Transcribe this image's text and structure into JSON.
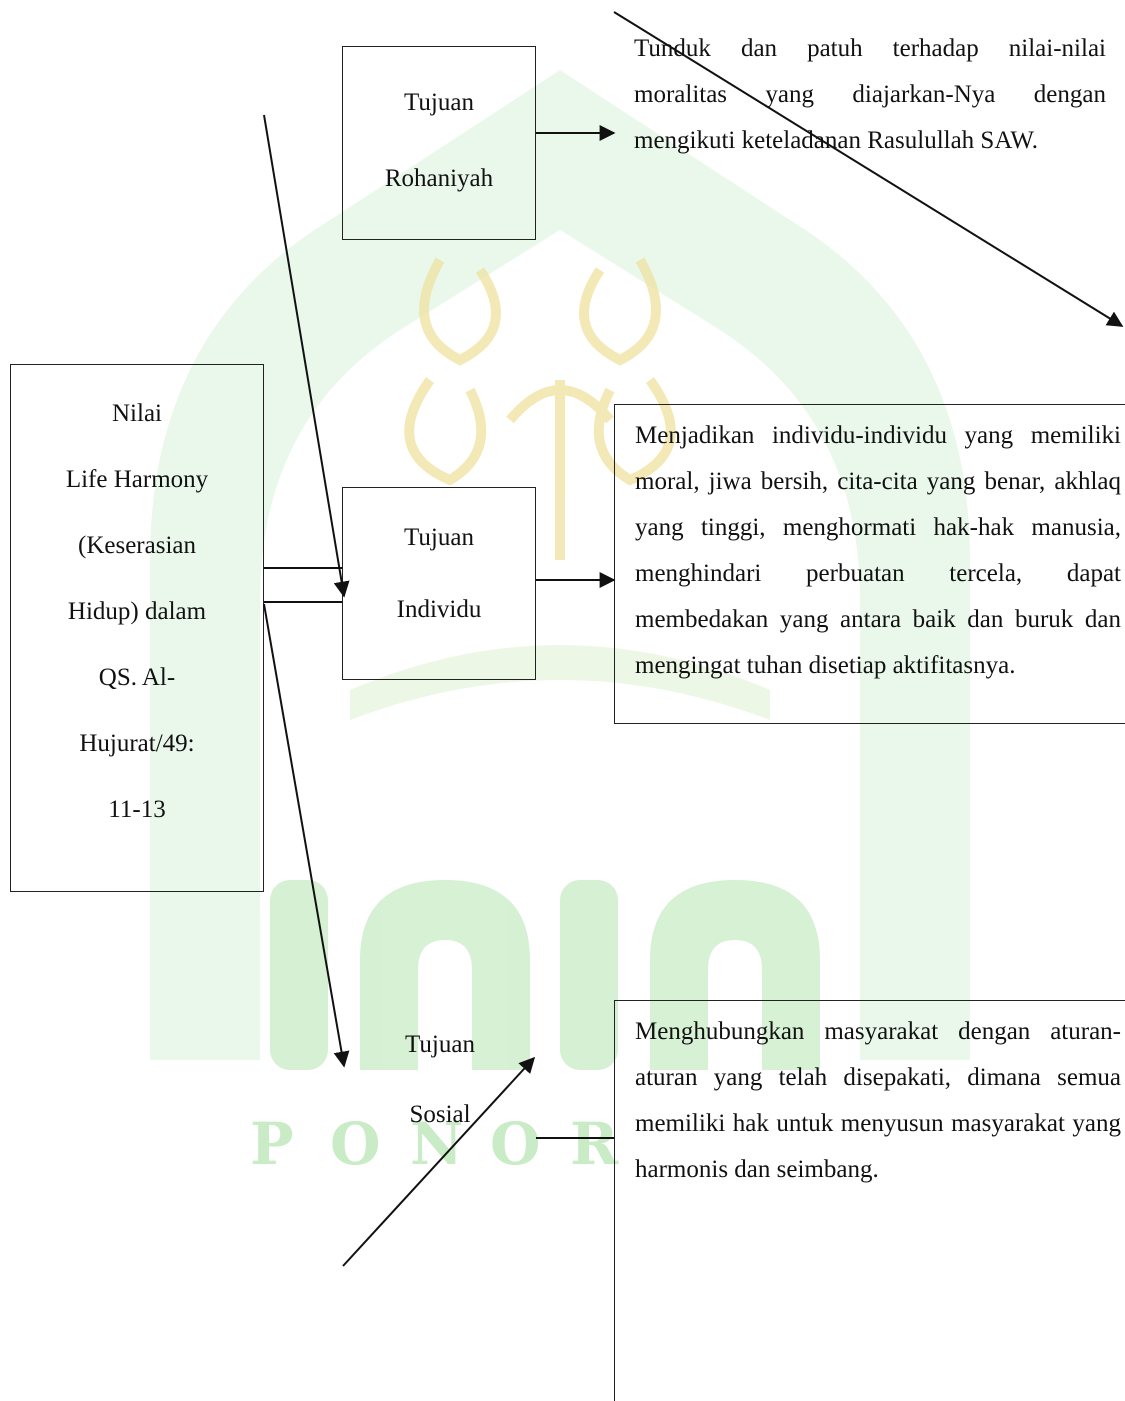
{
  "watermark": {
    "letters": [
      "P",
      "O",
      "N",
      "O",
      "R"
    ],
    "primary_color": "#8fd19a",
    "secondary_color": "#f5e7a8",
    "outline_color": "#e8d98a"
  },
  "nodes": {
    "main": {
      "lines": [
        "Nilai",
        "Life Harmony",
        "(Keserasian",
        "Hidup) dalam",
        "QS. Al-",
        "Hujurat/49:",
        "11-13"
      ]
    },
    "rohaniyah": {
      "lines": [
        "Tujuan",
        "Rohaniyah"
      ]
    },
    "individu": {
      "lines": [
        "Tujuan",
        "Individu"
      ]
    },
    "sosial": {
      "lines": [
        "Tujuan",
        "Sosial"
      ]
    }
  },
  "descriptions": {
    "rohaniyah": "Tunduk dan patuh terhadap nilai-nilai moralitas yang diajarkan-Nya dengan mengikuti keteladanan Rasulullah SAW.",
    "individu": "Menjadikan individu-individu yang memiliki moral, jiwa bersih, cita-cita yang benar, akhlaq yang tinggi, menghormati hak-hak manusia, menghindari perbuatan tercela, dapat membedakan yang antara baik dan buruk dan mengingat tuhan disetiap aktifitasnya.",
    "sosial": "Menghubungkan masyarakat dengan aturan-aturan yang telah disepakati, dimana semua memiliki hak untuk menyusun masyarakat yang harmonis dan seimbang."
  }
}
